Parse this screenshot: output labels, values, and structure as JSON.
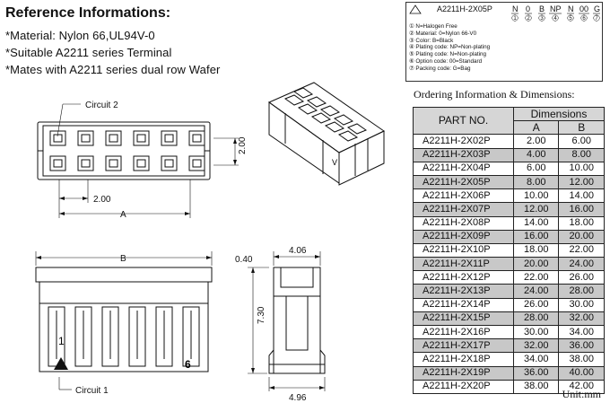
{
  "heading": "Reference Informations:",
  "specs": [
    "*Material: Nylon 66,UL94V-0",
    "*Suitable A2211 series Terminal",
    "*Mates with A2211 series dual row Wafer"
  ],
  "legend": {
    "part_code": "A2211H-2X05P",
    "code_parts": [
      "N",
      "0",
      "B",
      "NP",
      "N",
      "00",
      "G"
    ],
    "code_nums": [
      "1",
      "2",
      "3",
      "4",
      "5",
      "6",
      "7"
    ],
    "items": [
      "① N=Halogen Free",
      "② Material: 0=Nylon 66-V0",
      "③ Color: B=Black",
      "④ Plating code: NP=Non-plating",
      "⑤ Plating code: N=Non-plating",
      "⑥ Option code: 00=Standard",
      "⑦ Packing code: G=Bag"
    ]
  },
  "ordering_title": "Ordering Information & Dimensions:",
  "table": {
    "part_header": "PART NO.",
    "dims_header": "Dimensions",
    "col_a": "A",
    "col_b": "B",
    "rows": [
      {
        "part": "A2211H-2X02P",
        "a": "2.00",
        "b": "6.00"
      },
      {
        "part": "A2211H-2X03P",
        "a": "4.00",
        "b": "8.00"
      },
      {
        "part": "A2211H-2X04P",
        "a": "6.00",
        "b": "10.00"
      },
      {
        "part": "A2211H-2X05P",
        "a": "8.00",
        "b": "12.00"
      },
      {
        "part": "A2211H-2X06P",
        "a": "10.00",
        "b": "14.00"
      },
      {
        "part": "A2211H-2X07P",
        "a": "12.00",
        "b": "16.00"
      },
      {
        "part": "A2211H-2X08P",
        "a": "14.00",
        "b": "18.00"
      },
      {
        "part": "A2211H-2X09P",
        "a": "16.00",
        "b": "20.00"
      },
      {
        "part": "A2211H-2X10P",
        "a": "18.00",
        "b": "22.00"
      },
      {
        "part": "A2211H-2X11P",
        "a": "20.00",
        "b": "24.00"
      },
      {
        "part": "A2211H-2X12P",
        "a": "22.00",
        "b": "26.00"
      },
      {
        "part": "A2211H-2X13P",
        "a": "24.00",
        "b": "28.00"
      },
      {
        "part": "A2211H-2X14P",
        "a": "26.00",
        "b": "30.00"
      },
      {
        "part": "A2211H-2X15P",
        "a": "28.00",
        "b": "32.00"
      },
      {
        "part": "A2211H-2X16P",
        "a": "30.00",
        "b": "34.00"
      },
      {
        "part": "A2211H-2X17P",
        "a": "32.00",
        "b": "36.00"
      },
      {
        "part": "A2211H-2X18P",
        "a": "34.00",
        "b": "38.00"
      },
      {
        "part": "A2211H-2X19P",
        "a": "36.00",
        "b": "40.00"
      },
      {
        "part": "A2211H-2X20P",
        "a": "38.00",
        "b": "42.00"
      }
    ]
  },
  "unit": "Unit:mm",
  "drawing": {
    "circuit2": "Circuit 2",
    "circuit1": "Circuit 1",
    "dim_200_v": "2.00",
    "dim_200_h": "2.00",
    "dim_a": "A",
    "dim_b": "B",
    "dim_040": "0.40",
    "dim_406": "4.06",
    "dim_730": "7.30",
    "dim_496": "4.96",
    "pin1": "1",
    "pin6": "6",
    "iso_mark": "V"
  }
}
